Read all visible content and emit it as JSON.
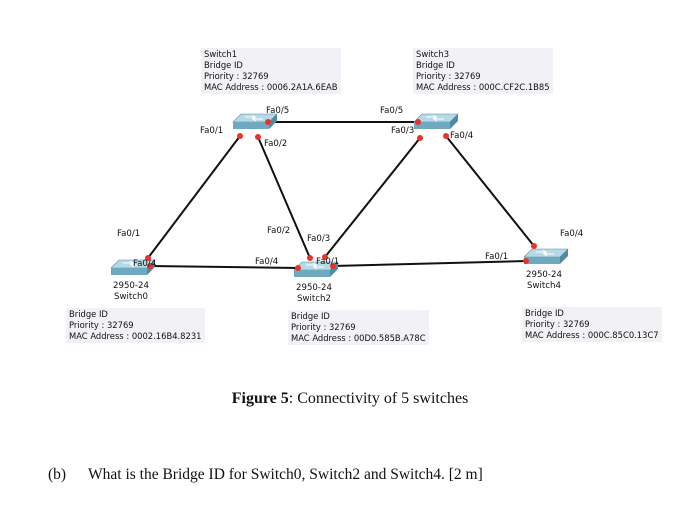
{
  "switches": [
    {
      "key": "switch0",
      "model": "2950-24",
      "name": "Switch0",
      "info": {
        "title": "",
        "line1": "Bridge ID",
        "line2": "Priority : 32769",
        "line3": "MAC Address : 0002.16B4.8231"
      }
    },
    {
      "key": "switch1",
      "model": "",
      "name": "",
      "info": {
        "title": "Switch1",
        "line1": "Bridge ID",
        "line2": "Priority : 32769",
        "line3": "MAC Address : 0006.2A1A.6EAB"
      }
    },
    {
      "key": "switch2",
      "model": "2950-24",
      "name": "Switch2",
      "info": {
        "title": "",
        "line1": "Bridge ID",
        "line2": "Priority : 32769",
        "line3": "MAC Address : 00D0.585B.A78C"
      }
    },
    {
      "key": "switch3",
      "model": "",
      "name": "",
      "info": {
        "title": "Switch3",
        "line1": "Bridge ID",
        "line2": "Priority : 32769",
        "line3": "MAC Address : 000C.CF2C.1B85"
      }
    },
    {
      "key": "switch4",
      "model": "2950-24",
      "name": "Switch4",
      "info": {
        "title": "",
        "line1": "Bridge ID",
        "line2": "Priority : 32769",
        "line3": "MAC Address : 000C.85C0.13C7"
      }
    }
  ],
  "links": [
    {
      "from": "switch1",
      "to": "switch3",
      "from_port": "Fa0/5",
      "to_port": "Fa0/5"
    },
    {
      "from": "switch1",
      "to": "switch0",
      "from_port": "Fa0/1",
      "to_port": "Fa0/1"
    },
    {
      "from": "switch1",
      "to": "switch2",
      "from_port": "Fa0/2",
      "to_port": "Fa0/2"
    },
    {
      "from": "switch3",
      "to": "switch2",
      "from_port": "Fa0/3",
      "to_port": "Fa0/3"
    },
    {
      "from": "switch3",
      "to": "switch4",
      "from_port": "Fa0/4",
      "to_port": "Fa0/4"
    },
    {
      "from": "switch0",
      "to": "switch2",
      "from_port": "Fa0/4",
      "to_port": "Fa0/4"
    },
    {
      "from": "switch2",
      "to": "switch4",
      "from_port": "Fa0/1",
      "to_port": "Fa0/1"
    }
  ],
  "caption": {
    "label": "Figure 5",
    "text": ": Connectivity of 5 switches"
  },
  "question": {
    "label": "(b)",
    "text": "What is the Bridge ID for Switch0, Switch2 and Switch4. [2 m]"
  },
  "colors": {
    "link": "#111111",
    "port_dot": "#e8332a",
    "switch_top": "#b6d9e6",
    "switch_front": "#6fa9c0",
    "switch_side": "#4f8ba3",
    "info_bg": "#f1f1f6"
  }
}
